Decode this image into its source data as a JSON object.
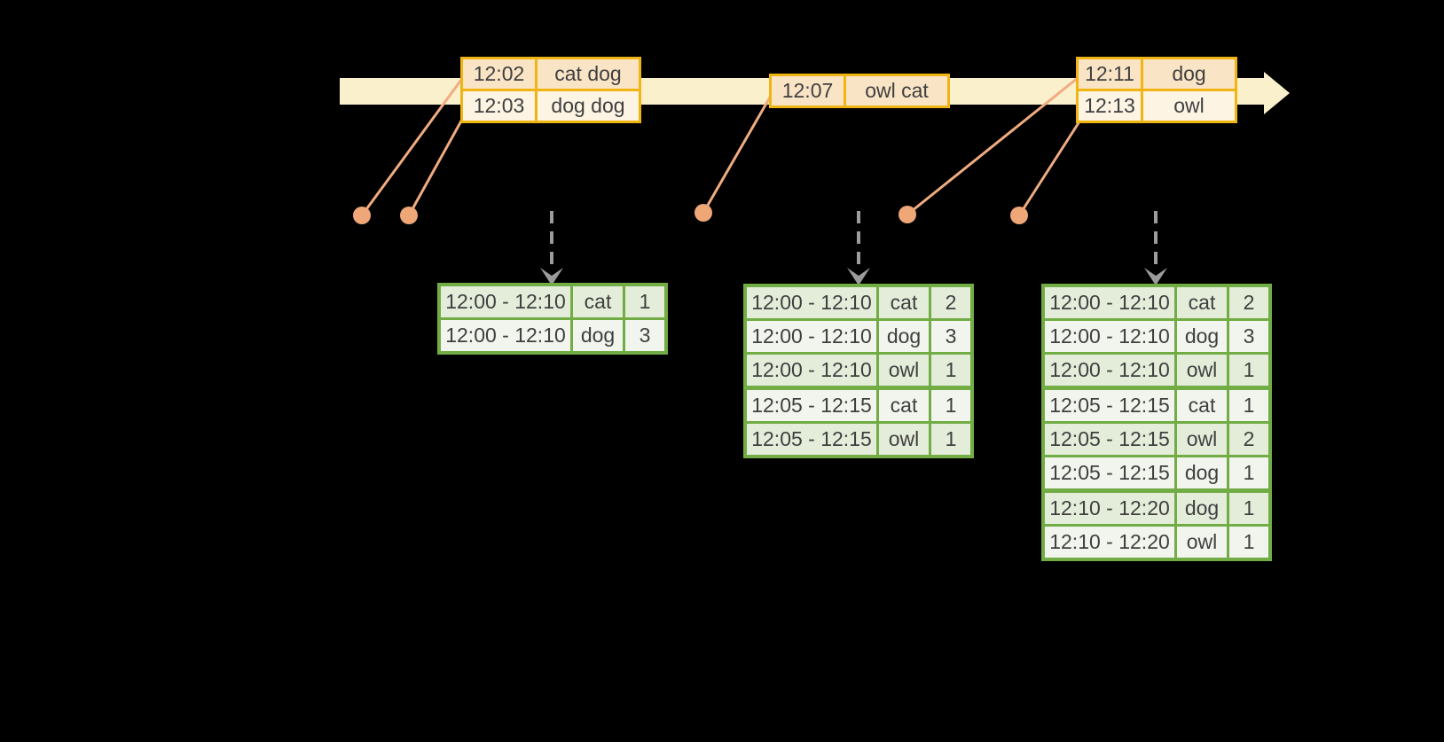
{
  "palette": {
    "background": "#000000",
    "timeline_fill": "#FBF0CC",
    "event_table_border": "#F0B512",
    "event_row_peach_fill": "#FAE4C6",
    "event_row_cream_fill": "#FDF4E4",
    "connector_orange": "#EFA778",
    "dashed_arrow_gray": "#9C9C9C",
    "result_table_border": "#71AC44",
    "result_row_green_fill": "#E4EDDA",
    "result_row_light_fill": "#F1F5ED",
    "text": "#3F3F3F"
  },
  "event_stream": {
    "dot_count": 5,
    "tables": [
      {
        "rows": [
          [
            "12:02",
            "cat dog"
          ],
          [
            "12:03",
            "dog dog"
          ]
        ]
      },
      {
        "rows": [
          [
            "12:07",
            "owl cat"
          ]
        ]
      },
      {
        "rows": [
          [
            "12:11",
            "dog"
          ],
          [
            "12:13",
            "owl"
          ]
        ]
      }
    ]
  },
  "result_tables": [
    {
      "rows": [
        [
          "12:00 - 12:10",
          "cat",
          "1"
        ],
        [
          "12:00 - 12:10",
          "dog",
          "3"
        ]
      ],
      "group_breaks": []
    },
    {
      "rows": [
        [
          "12:00 - 12:10",
          "cat",
          "2"
        ],
        [
          "12:00 - 12:10",
          "dog",
          "3"
        ],
        [
          "12:00 - 12:10",
          "owl",
          "1"
        ],
        [
          "12:05 - 12:15",
          "cat",
          "1"
        ],
        [
          "12:05 - 12:15",
          "owl",
          "1"
        ]
      ],
      "group_breaks": [
        3
      ]
    },
    {
      "rows": [
        [
          "12:00 - 12:10",
          "cat",
          "2"
        ],
        [
          "12:00 - 12:10",
          "dog",
          "3"
        ],
        [
          "12:00 - 12:10",
          "owl",
          "1"
        ],
        [
          "12:05 - 12:15",
          "cat",
          "1"
        ],
        [
          "12:05 - 12:15",
          "owl",
          "2"
        ],
        [
          "12:05 - 12:15",
          "dog",
          "1"
        ],
        [
          "12:10 - 12:20",
          "dog",
          "1"
        ],
        [
          "12:10 - 12:20",
          "owl",
          "1"
        ]
      ],
      "group_breaks": [
        3,
        6
      ]
    }
  ]
}
